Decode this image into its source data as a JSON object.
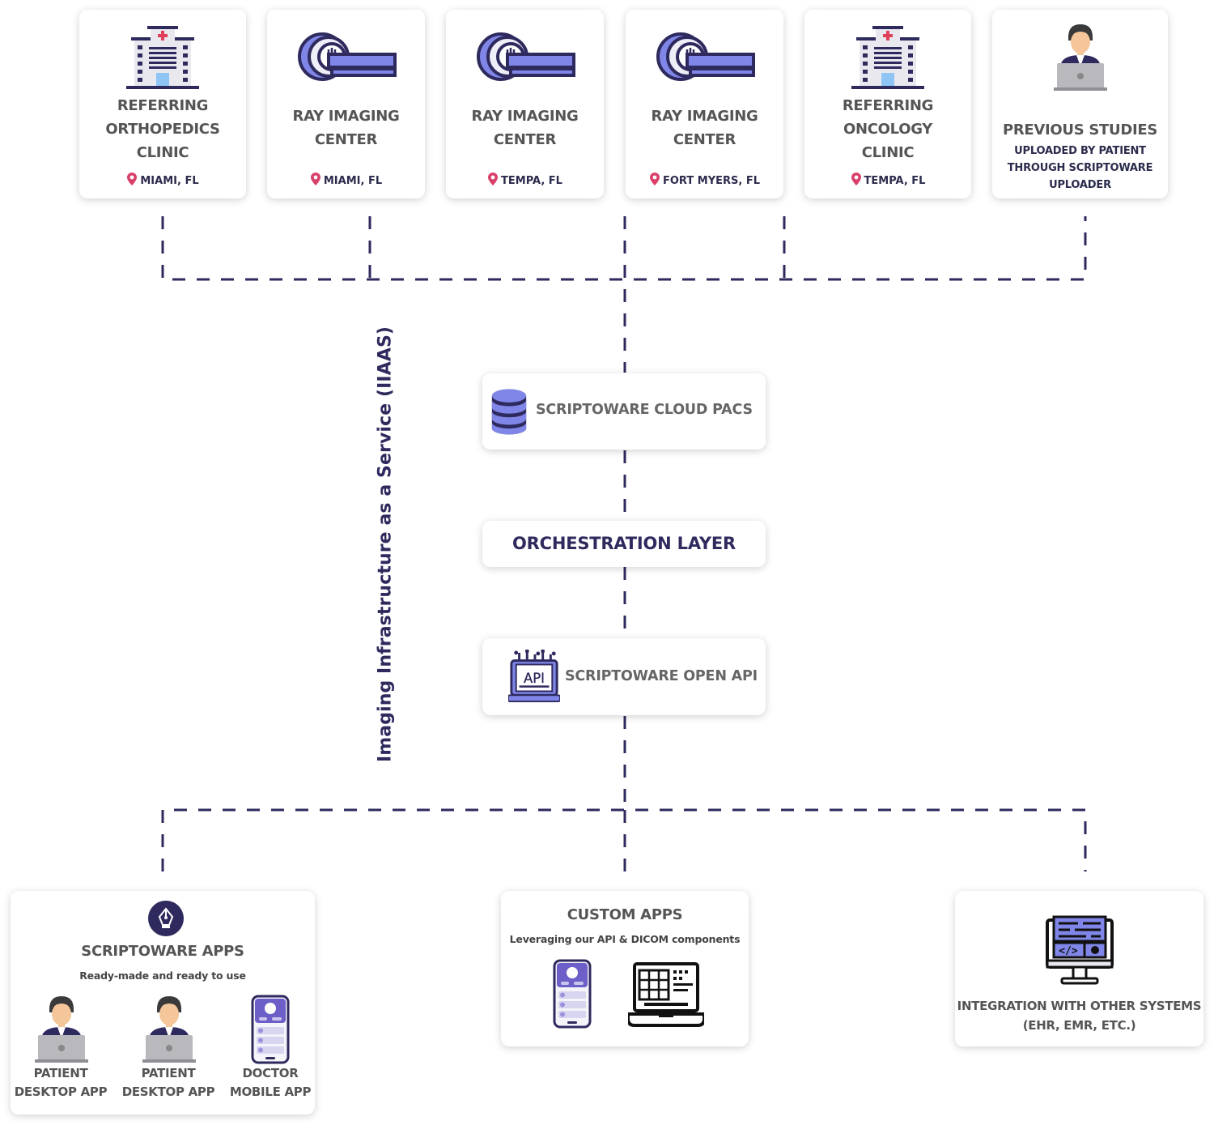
{
  "sources": [
    {
      "title": "REFERRING ORTHOPEDICS CLINIC",
      "location": "MIAMI, FL",
      "icon": "hospital-icon"
    },
    {
      "title": "RAY IMAGING CENTER",
      "location": "MIAMI, FL",
      "icon": "mri-scanner-icon"
    },
    {
      "title": "RAY IMAGING CENTER",
      "location": "TEMPA, FL",
      "icon": "mri-scanner-icon"
    },
    {
      "title": "RAY IMAGING CENTER",
      "location": "FORT MYERS, FL",
      "icon": "mri-scanner-icon"
    },
    {
      "title": "REFERRING ONCOLOGY CLINIC",
      "location": "TEMPA, FL",
      "icon": "hospital-icon"
    }
  ],
  "previous_studies": {
    "title": "PREVIOUS STUDIES",
    "subtitle": "UPLOADED BY PATIENT THROUGH SCRIPTOWARE UPLOADER",
    "icon": "user-laptop-icon"
  },
  "pacs": {
    "label": "SCRIPTOWARE CLOUD PACS",
    "icon": "database-icon"
  },
  "orchestration": {
    "label": "ORCHESTRATION LAYER"
  },
  "open_api": {
    "label": "SCRIPTOWARE OPEN API",
    "icon": "api-icon"
  },
  "side_label": "Imaging Infrastructure as a Service (IIAAS)",
  "scriptoware_apps": {
    "title": "SCRIPTOWARE APPS",
    "subtitle": "Ready-made and ready to use",
    "icon": "pen-nib-icon",
    "apps": [
      {
        "line1": "PATIENT",
        "line2": "DESKTOP APP",
        "icon": "user-laptop-icon"
      },
      {
        "line1": "PATIENT",
        "line2": "DESKTOP APP",
        "icon": "user-laptop-icon"
      },
      {
        "line1": "DOCTOR",
        "line2": "MOBILE APP",
        "icon": "mobile-phone-icon"
      }
    ]
  },
  "custom_apps": {
    "title": "CUSTOM APPS",
    "subtitle": "Leveraging our API & DICOM components",
    "icons": [
      "mobile-phone-icon",
      "laptop-grid-icon"
    ]
  },
  "integration": {
    "line1": "INTEGRATION WITH OTHER SYSTEMS",
    "line2": "(EHR, EMR, ETC.)",
    "icon": "code-monitor-icon"
  },
  "colors": {
    "navy": "#2e2a5e",
    "purple": "#6c5fc7",
    "periwinkle": "#7f86e8",
    "pin": "#d9416b",
    "text": "#555555"
  }
}
